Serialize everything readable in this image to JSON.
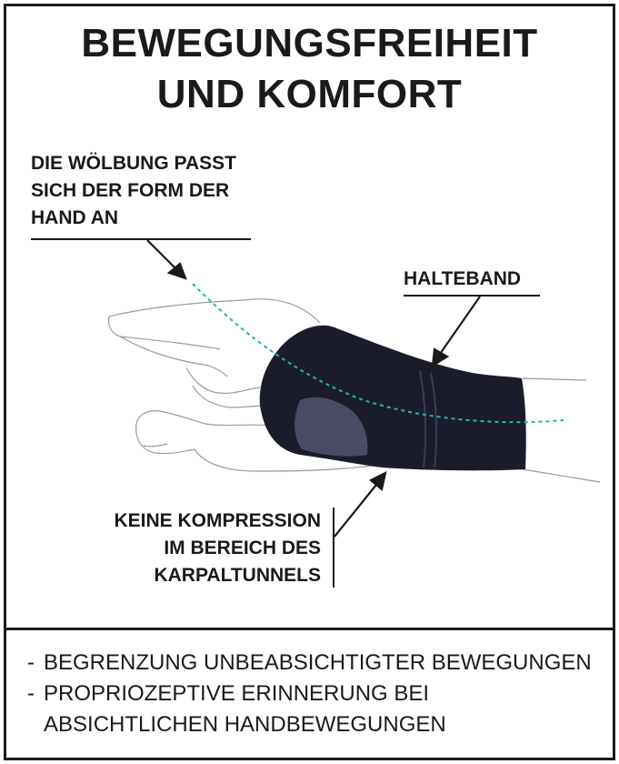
{
  "title": {
    "line1": "BEWEGUNGSFREIHEIT",
    "line2": "UND KOMFORT"
  },
  "callouts": {
    "wolbung": [
      "DIE WÖLBUNG PASST",
      "SICH DER FORM DER",
      "HAND AN"
    ],
    "halteband": "HALTEBAND",
    "keine": [
      "KEINE KOMPRESSION",
      "IM BEREICH DES",
      "KARPALTUNNELS"
    ]
  },
  "bullets": [
    {
      "dash": "-",
      "text": "BEGRENZUNG UNBEABSICHTIGTER BEWEGUNGEN"
    },
    {
      "dash": "-",
      "text": "PROPRIOZEPTIVE ERINNERUNG BEI ABSICHTLICHEN HANDBEWEGUNGEN"
    }
  ],
  "colors": {
    "ink": "#1a1a1a",
    "brace": "#1b1c2b",
    "curve": "#1fb7b0"
  }
}
